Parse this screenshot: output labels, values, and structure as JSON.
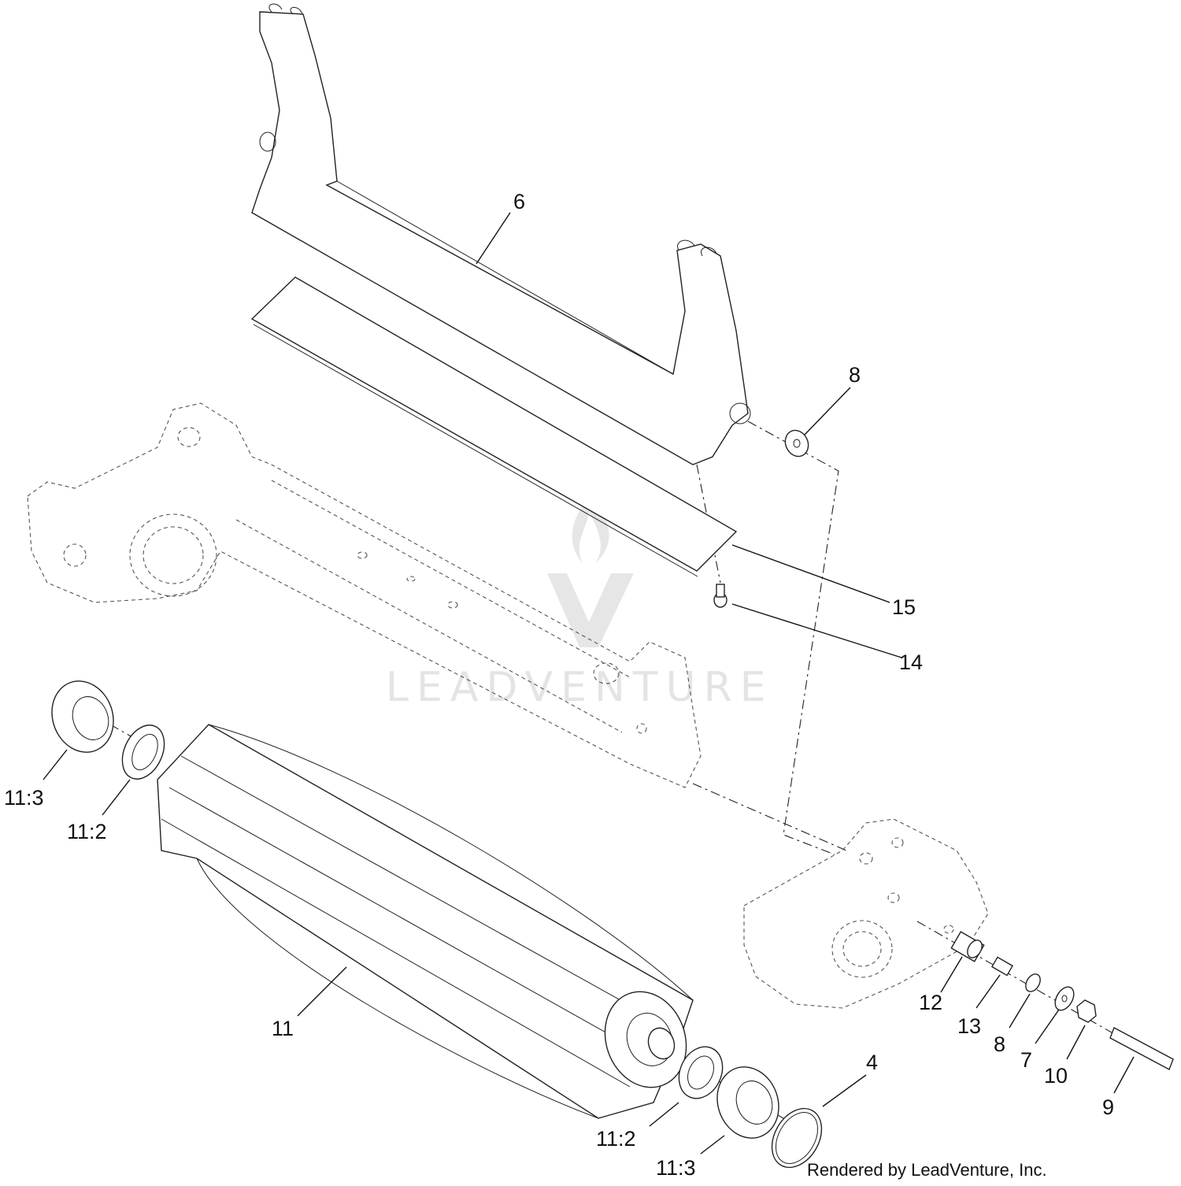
{
  "callouts": {
    "c6": "6",
    "c8a": "8",
    "c15": "15",
    "c14": "14",
    "c11_3a": "11:3",
    "c11_2a": "11:2",
    "c11": "11",
    "c12": "12",
    "c13": "13",
    "c8b": "8",
    "c7": "7",
    "c10": "10",
    "c9": "9",
    "c4": "4",
    "c11_2b": "11:2",
    "c11_3b": "11:3"
  },
  "credit": "Rendered by LeadVenture, Inc.",
  "watermark": "LEADVENTURE",
  "icons": [
    "watermark-flame-logo-icon"
  ],
  "colors": {
    "line": "#222222",
    "watermark": "#e4e4e4",
    "background": "#ffffff"
  }
}
